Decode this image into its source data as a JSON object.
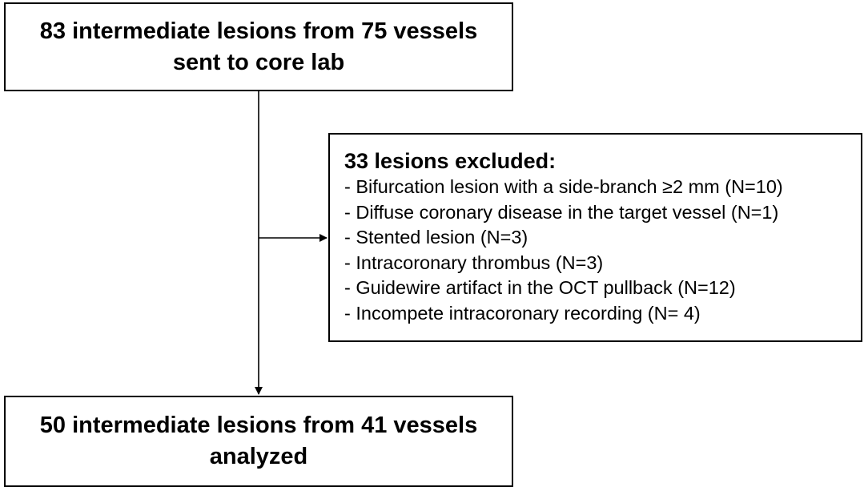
{
  "top_box": {
    "line1": "83 intermediate lesions from 75 vessels",
    "line2": "sent to core lab"
  },
  "exclusion_box": {
    "title": "33 lesions excluded:",
    "items": [
      "- Bifurcation lesion with a side-branch ≥2 mm (N=10)",
      "- Diffuse coronary disease in the target vessel (N=1)",
      "- Stented lesion (N=3)",
      "- Intracoronary thrombus (N=3)",
      "- Guidewire artifact in the OCT pullback (N=12)",
      "- Incompete intracoronary recording (N= 4)"
    ]
  },
  "bottom_box": {
    "line1": "50 intermediate lesions from 41 vessels",
    "line2": "analyzed"
  }
}
